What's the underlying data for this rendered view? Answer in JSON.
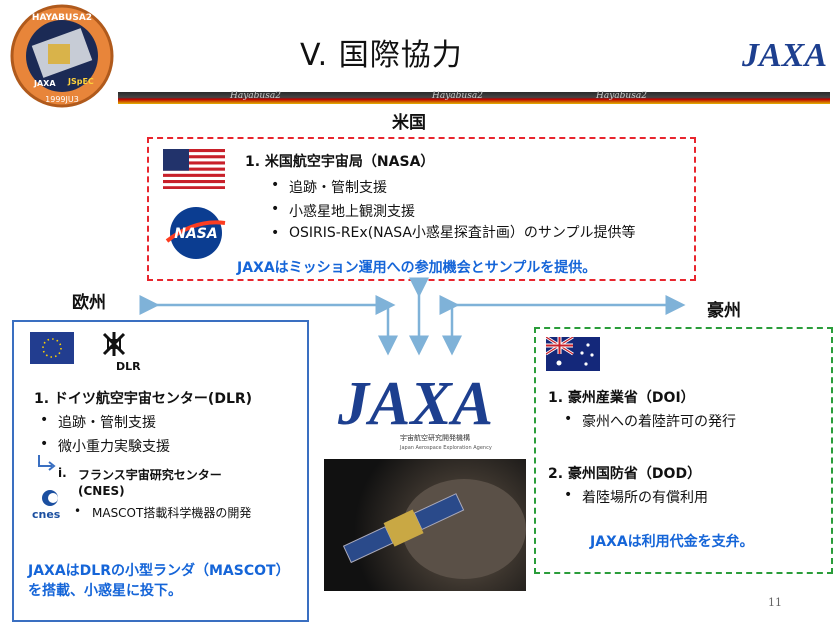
{
  "title": "V.  国際協力",
  "header_bar_text": [
    "Hayabusa2",
    "Hayabusa2",
    "Hayabusa2"
  ],
  "patch": {
    "top": "HAYABUSA2",
    "jaxa": "JAXA",
    "jspec": "JSpEC",
    "date": "1999JU3"
  },
  "jaxa_logo_text": "JAXA",
  "usa": {
    "label": "米国",
    "heading": "1.  米国航空宇宙局（NASA）",
    "bullets": [
      "追跡・管制支援",
      "小惑星地上観測支援",
      "OSIRIS-REx(NASA小惑星探査計画）のサンプル提供等"
    ],
    "summary": "JAXAはミッション運用への参加機会とサンプルを提供。",
    "nasa_logo_text": "NASA"
  },
  "europe": {
    "label": "欧州",
    "dlr_text": "DLR",
    "heading": "1.  ドイツ航空宇宙センター(DLR)",
    "bullets": [
      "追跡・管制支援",
      "微小重力実験支援"
    ],
    "sub_heading_prefix": "i.",
    "sub_heading": "フランス宇宙研究センター",
    "sub_heading2": "(CNES)",
    "cnes_text": "cnes",
    "sub_bullet": "MASCOT搭載科学機器の開発",
    "summary_line1": "JAXAはDLRの小型ランダ（MASCOT）",
    "summary_line2": "を搭載、小惑星に投下。"
  },
  "australia": {
    "label": "豪州",
    "item1_heading": "1.   豪州産業省（DOI）",
    "item1_bullet": "豪州への着陸許可の発行",
    "item2_heading": "2.   豪州国防省（DOD）",
    "item2_bullet": "着陸場所の有償利用",
    "summary": "JAXAは利用代金を支弁。"
  },
  "center": {
    "logo_text": "JAXA",
    "logo_sub_jp": "宇宙航空研究開発機構",
    "logo_sub_en": "Japan Aerospace Exploration Agency"
  },
  "page_number": "11",
  "colors": {
    "usa_border": "#e8262e",
    "eu_border": "#3a6fc1",
    "au_border": "#2a9d3a",
    "accent_blue": "#1565d8",
    "arrow": "#7fb2d8"
  }
}
